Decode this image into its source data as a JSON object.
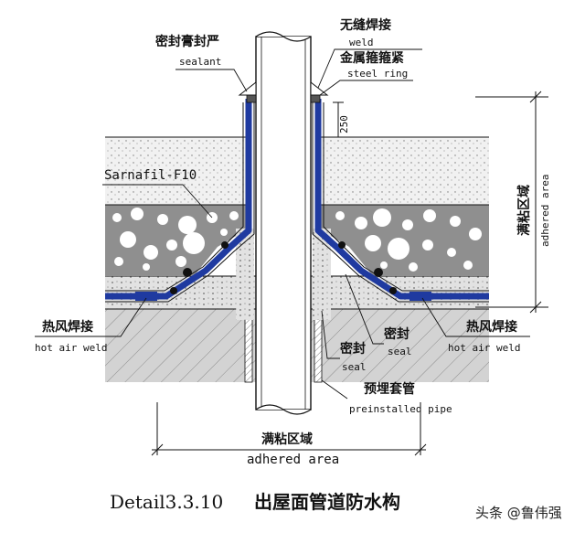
{
  "labels": {
    "sealant_cn": "密封膏封严",
    "sealant_en": "sealant",
    "weld_cn": "无缝焊接",
    "weld_en": "weld",
    "steel_ring_cn": "金属箍箍紧",
    "steel_ring_en": "steel ring",
    "dimension_250": "250",
    "membrane": "Sarnafil-F10",
    "hot_air_left_cn": "热风焊接",
    "hot_air_left_en": "hot air weld",
    "hot_air_right_cn": "热风焊接",
    "hot_air_right_en": "hot air weld",
    "seal_right_cn": "密封",
    "seal_right_en": "seal",
    "seal_mid_cn": "密封",
    "seal_mid_en": "seal",
    "preinstalled_cn": "预埋套管",
    "preinstalled_en": "preinstalled pipe",
    "adhered_bottom_cn": "满粘区域",
    "adhered_bottom_en": "adhered area",
    "adhered_side_cn": "满粘区域",
    "adhered_side_en": "adhered area"
  },
  "caption": {
    "detail": "Detail3.3.10",
    "title_cn": "出屋面管道防水构"
  },
  "watermark": "头条 @鲁伟强",
  "colors": {
    "membrane": "#1f3aa0",
    "insulation": "#8a8a8a",
    "screed": "#eeeeee",
    "concrete": "#cfcfcf",
    "pipe": "#ffffff",
    "sleeve": "#e8e8e8"
  }
}
